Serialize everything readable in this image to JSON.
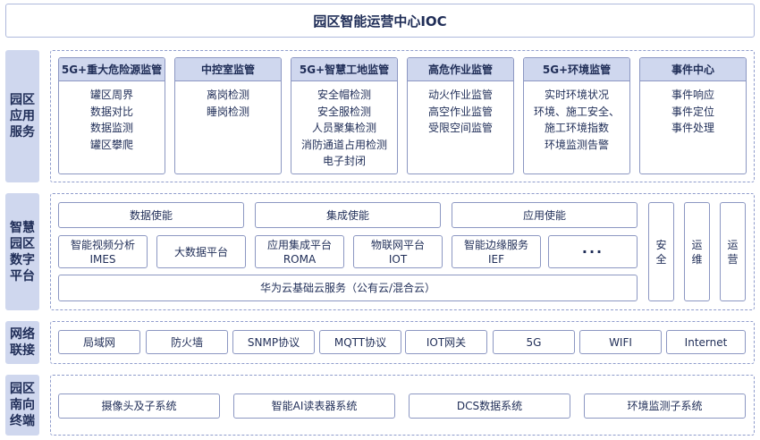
{
  "title": "园区智能运营中心IOC",
  "rows": {
    "app": {
      "label": "园区应用服务"
    },
    "platform": {
      "label": "智慧园区数字平台"
    },
    "network": {
      "label": "网络联接"
    },
    "terminal": {
      "label": "园区南向终端"
    }
  },
  "app_services": [
    {
      "title": "5G+重大危险源监管",
      "items": [
        "罐区周界",
        "数据对比",
        "数据监测",
        "罐区攀爬"
      ]
    },
    {
      "title": "中控室监管",
      "items": [
        "离岗检测",
        "睡岗检测"
      ]
    },
    {
      "title": "5G+智慧工地监管",
      "items": [
        "安全帽检测",
        "安全服检测",
        "人员聚集检测",
        "消防通道占用检测",
        "电子封闭"
      ]
    },
    {
      "title": "高危作业监管",
      "items": [
        "动火作业监管",
        "高空作业监管",
        "受限空间监管"
      ]
    },
    {
      "title": "5G+环境监管",
      "items": [
        "实时环境状况",
        "环境、施工安全、",
        "施工环境指数",
        "环境监测告警"
      ]
    },
    {
      "title": "事件中心",
      "items": [
        "事件响应",
        "事件定位",
        "事件处理"
      ]
    }
  ],
  "platform": {
    "enablers": [
      "数据使能",
      "集成使能",
      "应用使能"
    ],
    "modules": [
      {
        "line1": "智能视频分析",
        "line2": "IMES"
      },
      {
        "line1": "大数据平台",
        "line2": ""
      },
      {
        "line1": "应用集成平台",
        "line2": "ROMA"
      },
      {
        "line1": "物联网平台",
        "line2": "IOT"
      },
      {
        "line1": "智能边缘服务",
        "line2": "IEF"
      },
      {
        "line1": "···",
        "line2": ""
      }
    ],
    "base": "华为云基础云服务（公有云/混合云）",
    "side": [
      "安全",
      "运维",
      "运营"
    ]
  },
  "network": [
    "局域网",
    "防火墙",
    "SNMP协议",
    "MQTT协议",
    "IOT网关",
    "5G",
    "WIFI",
    "Internet"
  ],
  "terminals": [
    "摄像头及子系统",
    "智能AI读表器系统",
    "DCS数据系统",
    "环境监测子系统"
  ]
}
